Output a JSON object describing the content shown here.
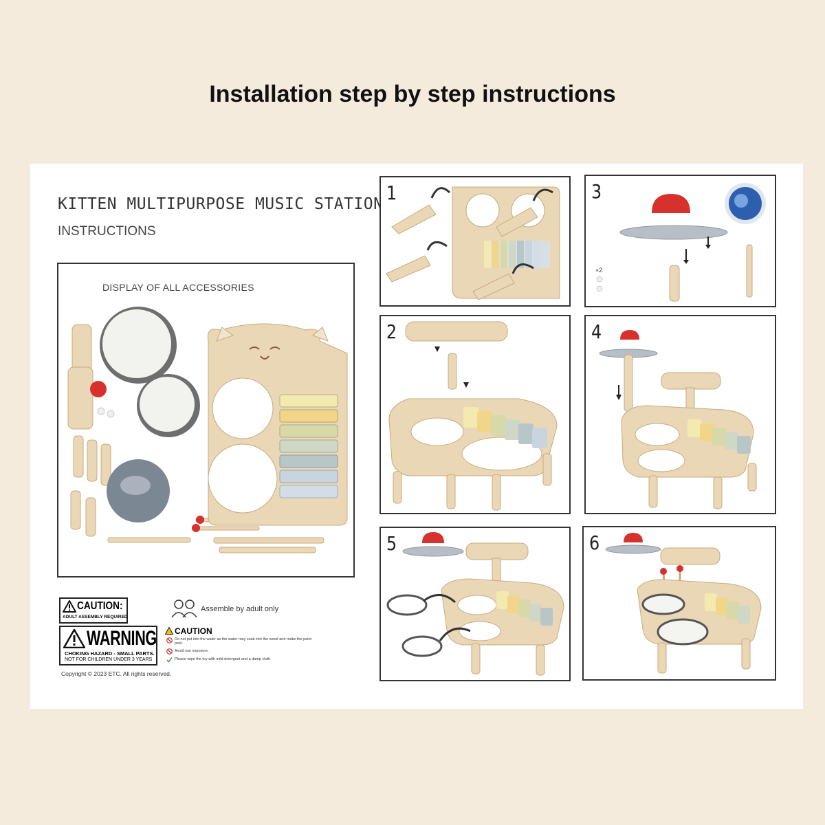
{
  "page": {
    "heading": "Installation step by step instructions"
  },
  "document": {
    "title": "KITTEN MULTIPURPOSE MUSIC STATION",
    "subtitle": "INSTRUCTIONS",
    "accessories_caption": "DISPLAY OF ALL ACCESSORIES"
  },
  "labels": {
    "caution_title": "CAUTION:",
    "caution_sub": "ADULT ASSEMBLY REQUIRED",
    "warning_title": "WARNING",
    "warning_line1": "CHOKING   HAZARD - SMALL PARTS.",
    "warning_line2": "NOT FOR CHILDREN UNDER 3 YEARS",
    "assemble_text": "Assemble by adult only",
    "caution_list_title": "CAUTION",
    "caution_items": [
      "Do not put into the water as the water may soak into the wood and make the paint peel.",
      "Avoid sun exposure.",
      "Please wipe the toy with mild detergent and a damp cloth."
    ],
    "copyright": "Copyright © 2023 ETC. All rights reserved."
  },
  "steps": [
    {
      "number": "1"
    },
    {
      "number": "2"
    },
    {
      "number": "3",
      "quantity": "×2"
    },
    {
      "number": "4"
    },
    {
      "number": "5"
    },
    {
      "number": "6"
    }
  ],
  "colors": {
    "background": "#f5ebdd",
    "sheet": "#ffffff",
    "wood": "#ead7b6",
    "wood_dark": "#c9a97e",
    "mallet_red": "#d6312c",
    "cymbal": "#9aa3ad",
    "bars": [
      "#f3eab0",
      "#f1d68a",
      "#d8d9a8",
      "#cfd7c6",
      "#b9c6c8",
      "#b9cad8",
      "#c8d4e0"
    ]
  }
}
